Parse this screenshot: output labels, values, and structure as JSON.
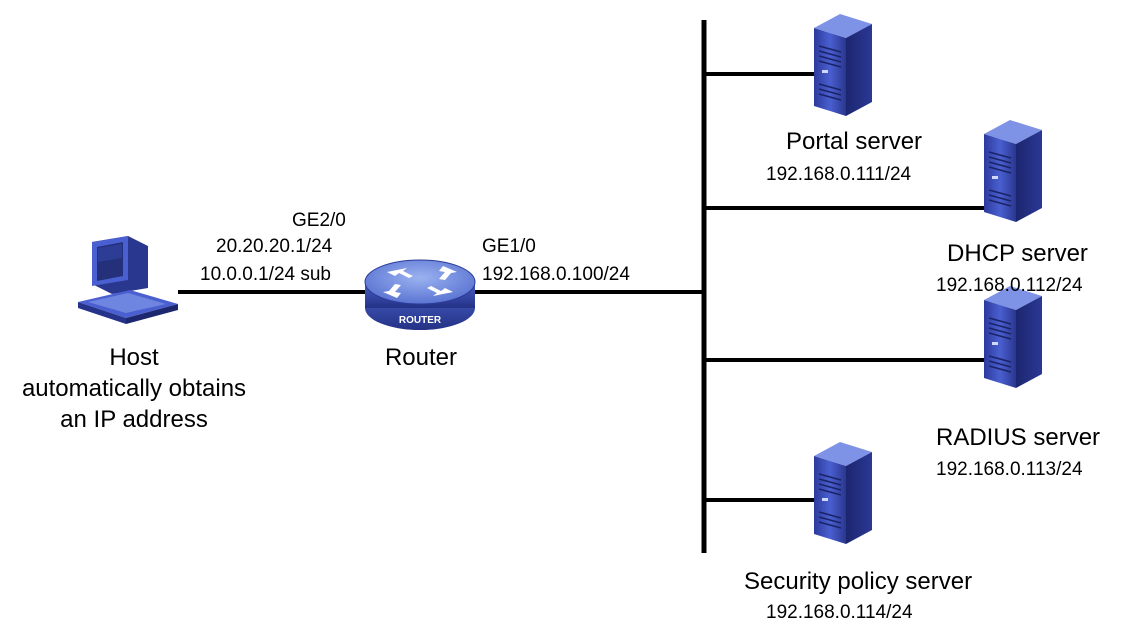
{
  "host": {
    "name": "Host",
    "desc_line1": "automatically obtains",
    "desc_line2": "an IP address"
  },
  "router": {
    "name": "Router",
    "badge": "ROUTER",
    "ge2": {
      "iface": "GE2/0",
      "ip": "20.20.20.1/24",
      "sub_ip": "10.0.0.1/24 sub"
    },
    "ge1": {
      "iface": "GE1/0",
      "ip": "192.168.0.100/24"
    }
  },
  "servers": {
    "portal": {
      "name": "Portal server",
      "ip": "192.168.0.111/24"
    },
    "dhcp": {
      "name": "DHCP server",
      "ip": "192.168.0.112/24"
    },
    "radius": {
      "name": "RADIUS server",
      "ip": "192.168.0.113/24"
    },
    "security": {
      "name": "Security policy server",
      "ip": "192.168.0.114/24"
    }
  },
  "colors": {
    "line": "#000000",
    "device_blue": "#3b4fb8",
    "device_dark": "#1f2a78",
    "router_top": "#6f8fe0"
  }
}
